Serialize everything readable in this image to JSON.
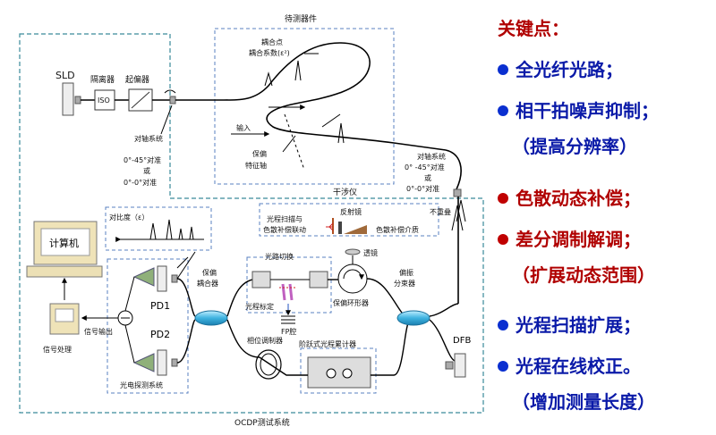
{
  "diagram": {
    "labels": {
      "dut": "待测器件",
      "coupling_point": "耦合点",
      "coupling_coeff": "耦合系数(ε²)",
      "input": "输入",
      "pm_axis1": "保偏",
      "pm_axis2": "特征轴",
      "interferometer": "干涉仪",
      "sld": "SLD",
      "isolator": "隔离器",
      "polarizer": "起偏器",
      "iso": "ISO",
      "align_sys_left_1": "对轴系统",
      "align_sys_left_2": "0°-45°对准",
      "align_sys_left_3": "或",
      "align_sys_left_4": "0°-0°对准",
      "align_sys_right_1": "对轴系统",
      "align_sys_right_2": "0° -45°对准",
      "align_sys_right_3": "或",
      "align_sys_right_4": "0°-0°对准",
      "no_overlap": "不重叠",
      "contrast": "对比度（ε）",
      "computer": "计算机",
      "signal_proc": "信号处理",
      "signal_out": "信号输出",
      "pd1": "PD1",
      "pd2": "PD2",
      "photodetect": "光电探测系统",
      "pm_coupler_1": "保偏",
      "pm_coupler_2": "耦合器",
      "path_switch": "光路切换",
      "scan_link_1": "光程扫描与",
      "scan_link_2": "色散补偿联动",
      "mirror": "反射镜",
      "disp_medium": "色散补偿介质",
      "lens": "透镜",
      "path_cal": "光程标定",
      "fp": "FP腔",
      "pm_circulator": "保偏环形器",
      "pol_splitter_1": "偏振",
      "pol_splitter_2": "分束器",
      "phase_mod": "相位调制器",
      "step_accum": "阶跃式光程累计器",
      "dfb": "DFB",
      "ocdp": "OCDP测试系统"
    }
  },
  "keypoints": {
    "title": "关键点：",
    "item1": "全光纤光路；",
    "item2": "相干拍噪声抑制；",
    "item2b": "（提高分辨率）",
    "item3": "色散动态补偿；",
    "item4": "差分调制解调；",
    "item4b": "（扩展动态范围）",
    "item5": "光程扫描扩展；",
    "item6": "光程在线校正。",
    "item6b": "（增加测量长度）"
  },
  "colors": {
    "title_red": "#b00000",
    "bullet_blue": "#0a2fd0",
    "bullet_red": "#c00000",
    "text_blue": "#0a1aa8",
    "dash_teal": "#3a8a9a",
    "dash_blue": "#5a80c0",
    "coupler_cyan": "#4fc3e8"
  }
}
